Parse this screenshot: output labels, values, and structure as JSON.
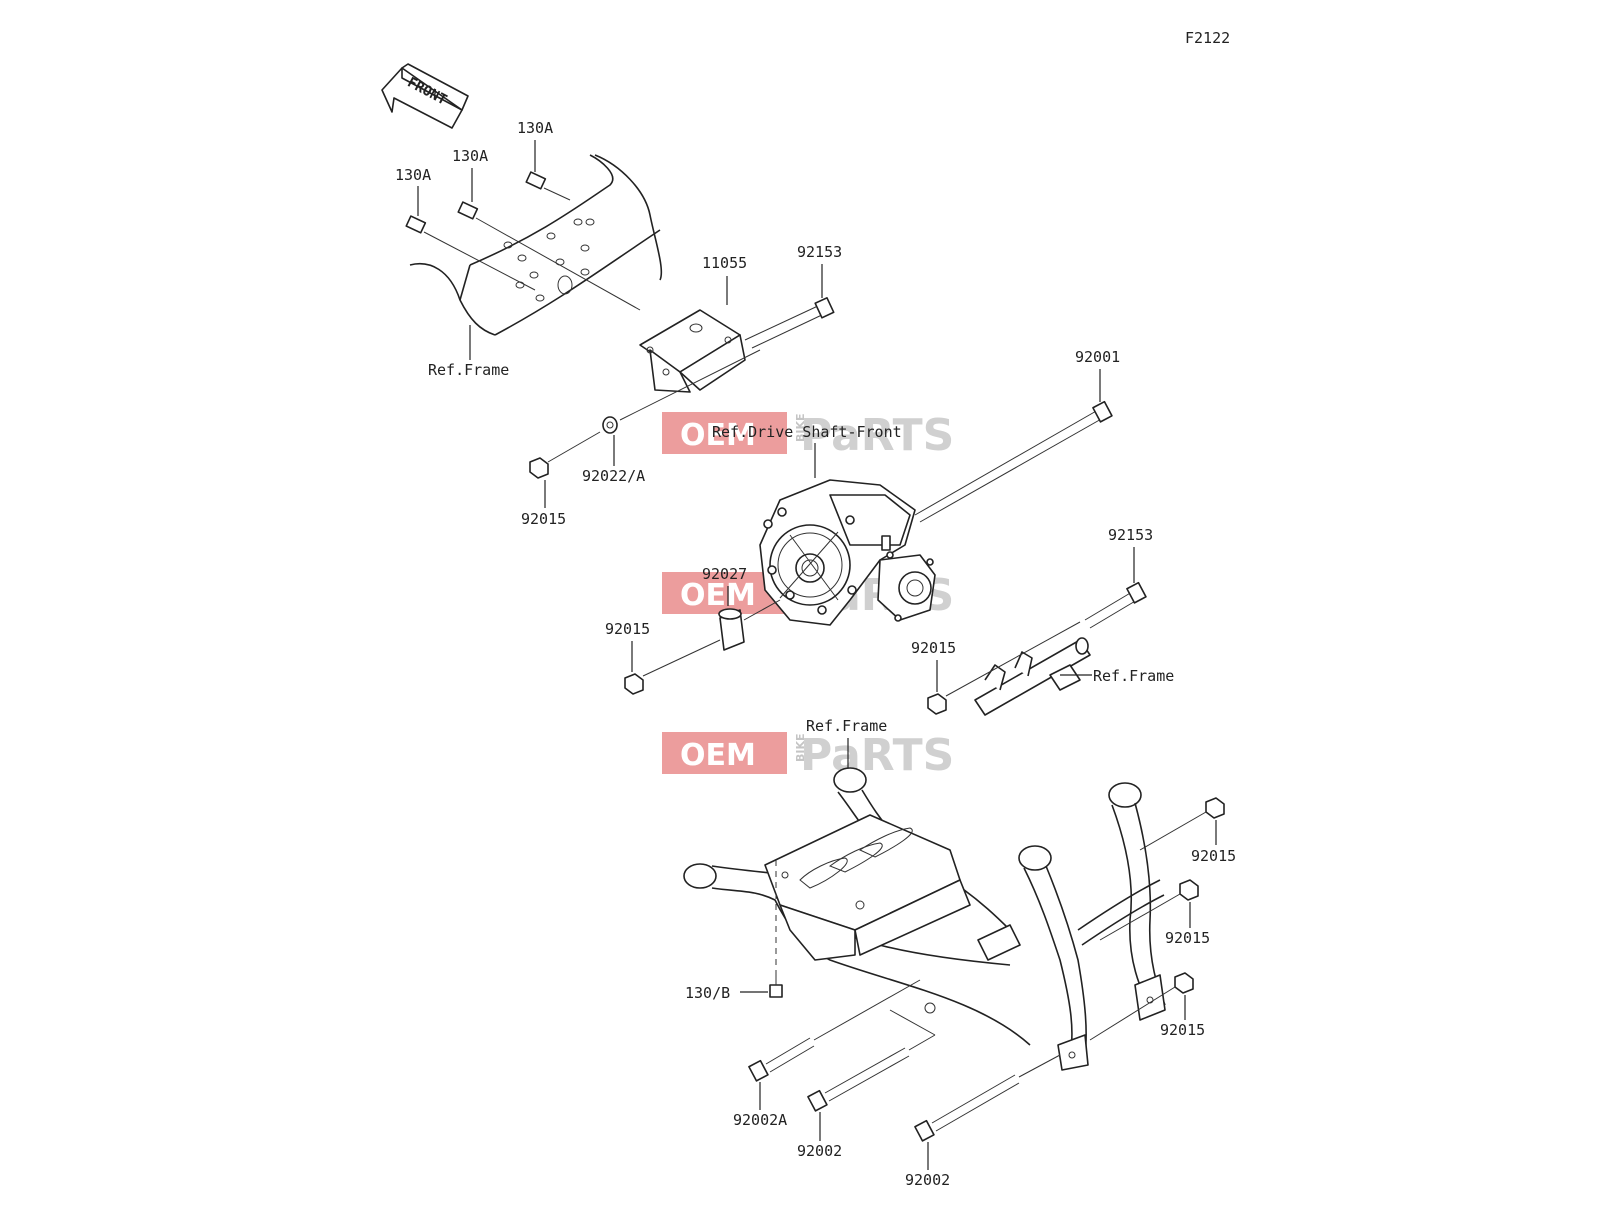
{
  "diagram_code": "F2122",
  "front_marker": "FRONT",
  "watermark": {
    "oem": "OEM",
    "bike": "BIKE",
    "parts": "PaRTS",
    "color_oem_bg": "#e98c8c",
    "color_parts": "#c8c8c8"
  },
  "labels": {
    "bolt_130A_1": "130A",
    "bolt_130A_2": "130A",
    "bolt_130A_3": "130A",
    "ref_frame_top": "Ref.Frame",
    "bracket_11055": "11055",
    "bolt_92153_top": "92153",
    "bolt_92001": "92001",
    "ref_drive_shaft": "Ref.Drive Shaft-Front",
    "nut_92015_a": "92015",
    "washer_92022A": "92022/A",
    "collar_92027": "92027",
    "nut_92015_b": "92015",
    "bolt_92153_mid": "92153",
    "nut_92015_c": "92015",
    "ref_frame_mid": "Ref.Frame",
    "ref_frame_bottom": "Ref.Frame",
    "nut_92015_d": "92015",
    "nut_92015_e": "92015",
    "nut_92015_f": "92015",
    "bolt_130B": "130/B",
    "bolt_92002A": "92002A",
    "bolt_92002_a": "92002",
    "bolt_92002_b": "92002"
  }
}
